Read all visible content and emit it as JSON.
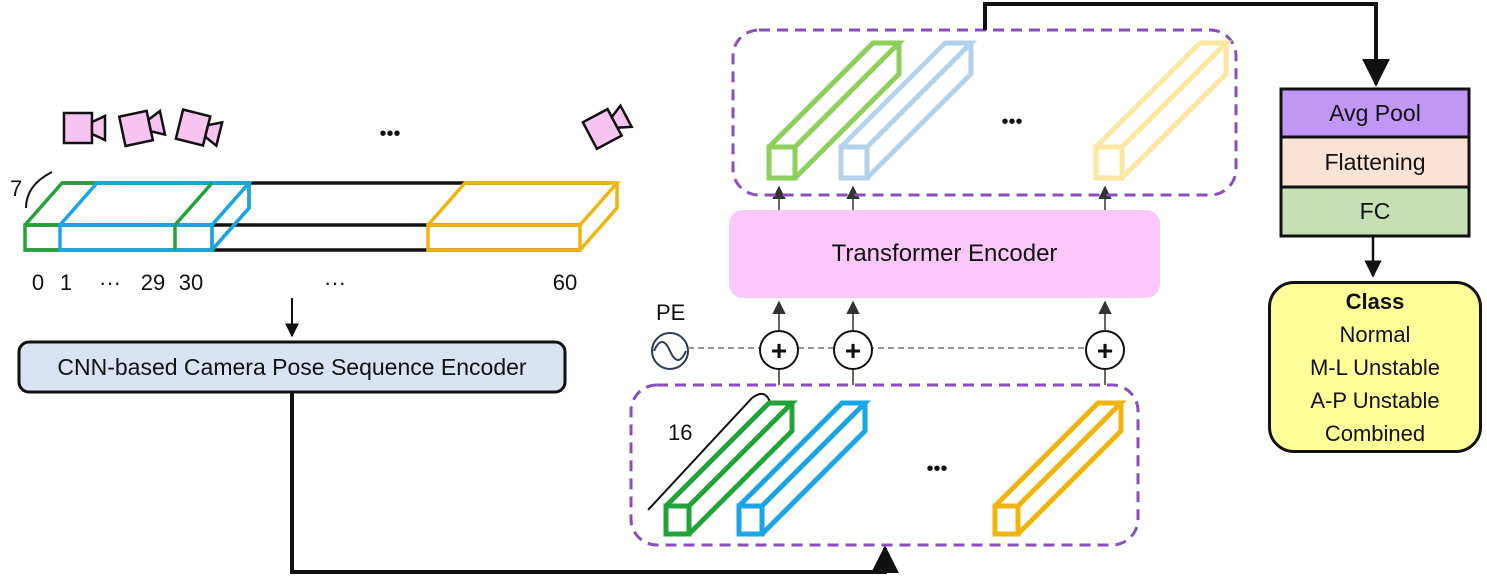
{
  "labels": {
    "frame_depth": "7",
    "frame_ticks": [
      "0",
      "1",
      "···",
      "29",
      "30",
      "···",
      "60"
    ],
    "camera_ellipsis": "•••",
    "cnn_encoder": "CNN-based Camera Pose Sequence Encoder",
    "transformer_encoder": "Transformer Encoder",
    "pe": "PE",
    "plus": "+",
    "token_dim": "16",
    "token_ellipsis": "•••"
  },
  "head": {
    "avg_pool": "Avg Pool",
    "flattening": "Flattening",
    "fc": "FC"
  },
  "classes": {
    "title": "Class",
    "items": [
      "Normal",
      "M-L Unstable",
      "A-P Unstable",
      "Combined"
    ]
  },
  "colors": {
    "green": "#22a33a",
    "blue": "#1aa5e6",
    "orange": "#f2b40c",
    "light_green": "#8ccf5a",
    "light_blue": "#b4d2ea",
    "light_yellow": "#fbe6a2",
    "purple_dash": "#8a4fbf",
    "camera_pink": "#f7c4f2",
    "cnn_fill": "#dae3f3",
    "transformer_fill": "#fbc8f9",
    "avg_pool_fill": "#c197f5",
    "flattening_fill": "#fbe4d5",
    "fc_fill": "#c5e0b4",
    "class_fill": "#ffff99"
  }
}
